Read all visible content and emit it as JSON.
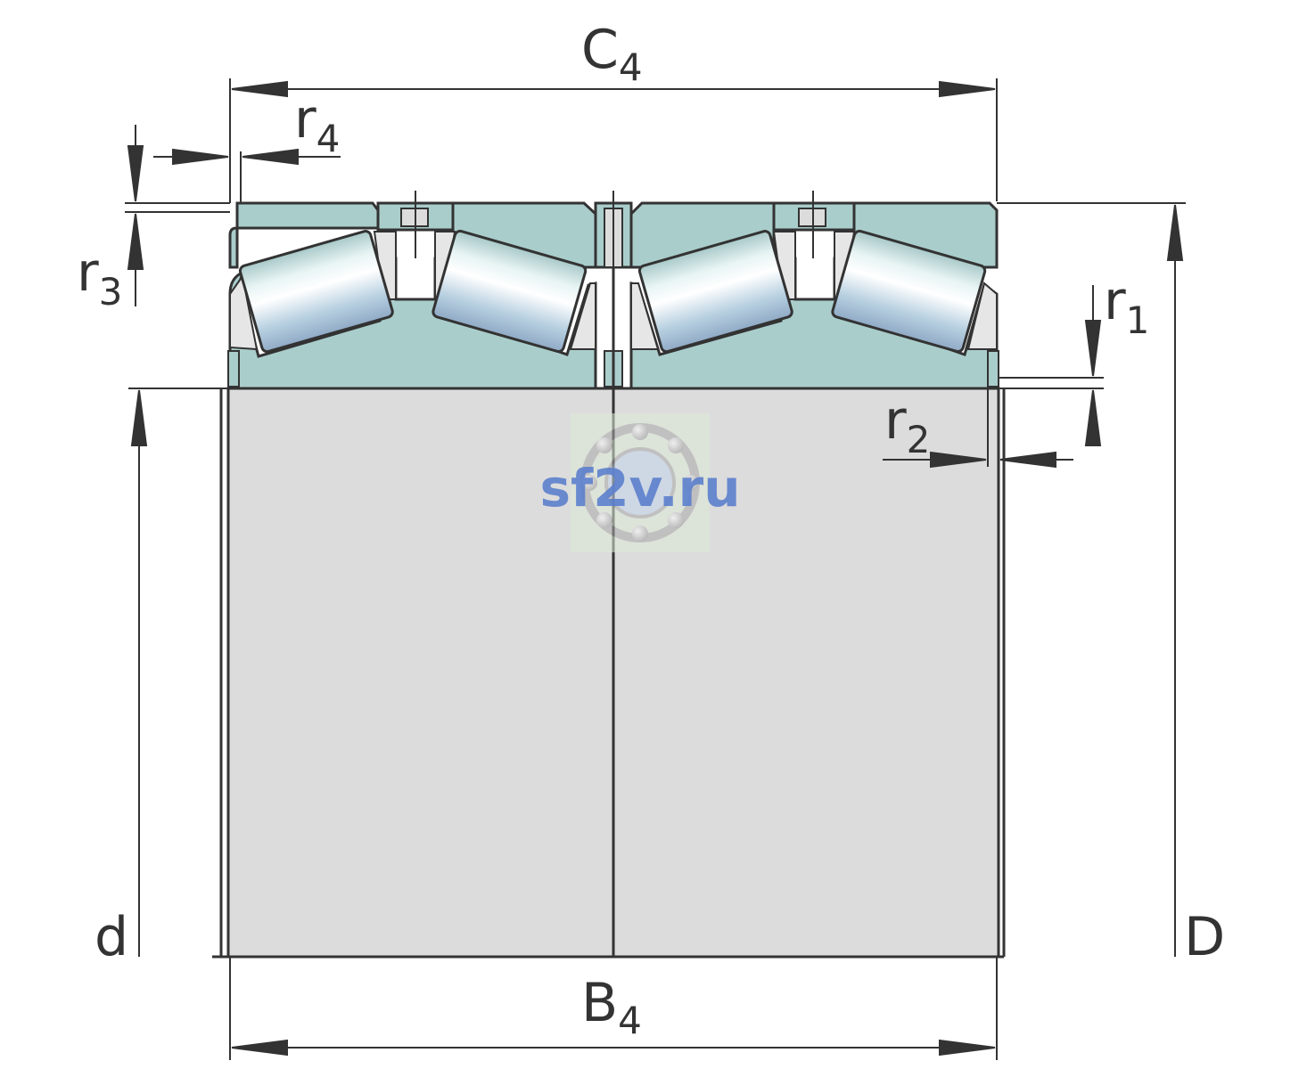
{
  "dimensions": {
    "C4": {
      "main": "C",
      "sub": "4"
    },
    "B4": {
      "main": "B",
      "sub": "4"
    },
    "r1": {
      "main": "r",
      "sub": "1"
    },
    "r2": {
      "main": "r",
      "sub": "2"
    },
    "r3": {
      "main": "r",
      "sub": "3"
    },
    "r4": {
      "main": "r",
      "sub": "4"
    },
    "d": {
      "main": "d"
    },
    "D": {
      "main": "D"
    }
  },
  "watermark": {
    "text": "sf2v.ru"
  },
  "colors": {
    "outer_ring": "#a9cdcb",
    "inner_ring": "#dcdcdc",
    "cage": "#e6e6e6",
    "outline": "#333333",
    "watermark": "#5c7fcc"
  }
}
